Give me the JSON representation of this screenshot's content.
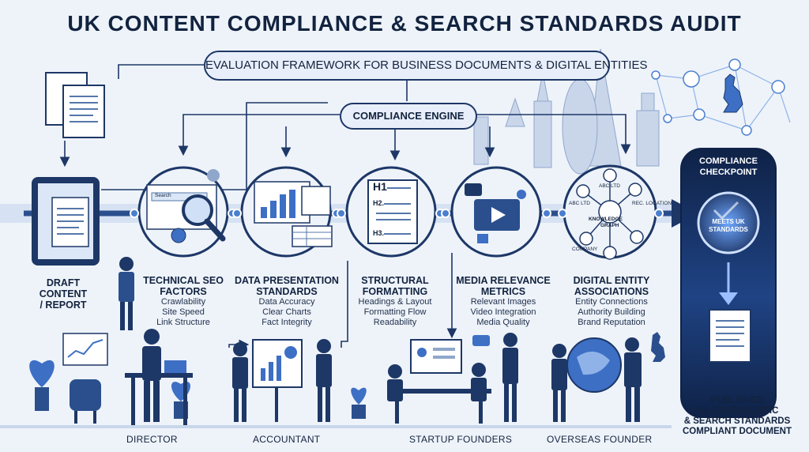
{
  "header": {
    "title": "UK CONTENT COMPLIANCE & SEARCH STANDARDS AUDIT"
  },
  "framework": {
    "label": "EVALUATION FRAMEWORK FOR BUSINESS DOCUMENTS & DIGITAL ENTITIES"
  },
  "engine": {
    "label": "COMPLIANCE ENGINE"
  },
  "stages": [
    {
      "title": [
        "DRAFT",
        "CONTENT",
        "/ REPORT"
      ],
      "items": []
    },
    {
      "title": [
        "TECHNICAL SEO",
        "FACTORS"
      ],
      "items": [
        "Crawlability",
        "Site Speed",
        "Link Structure"
      ]
    },
    {
      "title": [
        "DATA PRESENTATION",
        "STANDARDS"
      ],
      "items": [
        "Data Accuracy",
        "Clear Charts",
        "Fact Integrity"
      ]
    },
    {
      "title": [
        "STRUCTURAL",
        "FORMATTING"
      ],
      "items": [
        "Headings & Layout",
        "Formatting Flow",
        "Readability"
      ]
    },
    {
      "title": [
        "MEDIA RELEVANCE",
        "METRICS"
      ],
      "items": [
        "Relevant Images",
        "Video Integration",
        "Media Quality"
      ]
    },
    {
      "title": [
        "DIGITAL ENTITY",
        "ASSOCIATIONS"
      ],
      "items": [
        "Entity Connections",
        "Authority Building",
        "Brand Reputation"
      ]
    }
  ],
  "seo_icon": {
    "search_label": "Search"
  },
  "formatting_icon": {
    "h1": "H1",
    "h2": "H2.",
    "h3": "H3."
  },
  "knowledge_graph": {
    "center_label": [
      "KNOWLEDGE",
      "GRAPH"
    ],
    "node_labels": [
      "ABC LTD",
      "ABC LTD",
      "REC. LOCATION",
      "COMPANY"
    ]
  },
  "checkpoint": {
    "title": [
      "COMPLIANCE",
      "CHECKPOINT"
    ],
    "badge": [
      "MEETS UK",
      "STANDARDS"
    ]
  },
  "published": {
    "lines": [
      "PUBLISHED",
      "UK JOURNALISTIC",
      "& SEARCH STANDARDS",
      "COMPLIANT DOCUMENT"
    ]
  },
  "people": [
    {
      "label": "DIRECTOR"
    },
    {
      "label": "ACCOUNTANT"
    },
    {
      "label": "STARTUP FOUNDERS"
    },
    {
      "label": "OVERSEAS FOUNDER"
    }
  ],
  "colors": {
    "navy": "#1d3766",
    "ink": "#12233f",
    "accent": "#4a7fd0",
    "background": "#eef3fa"
  }
}
